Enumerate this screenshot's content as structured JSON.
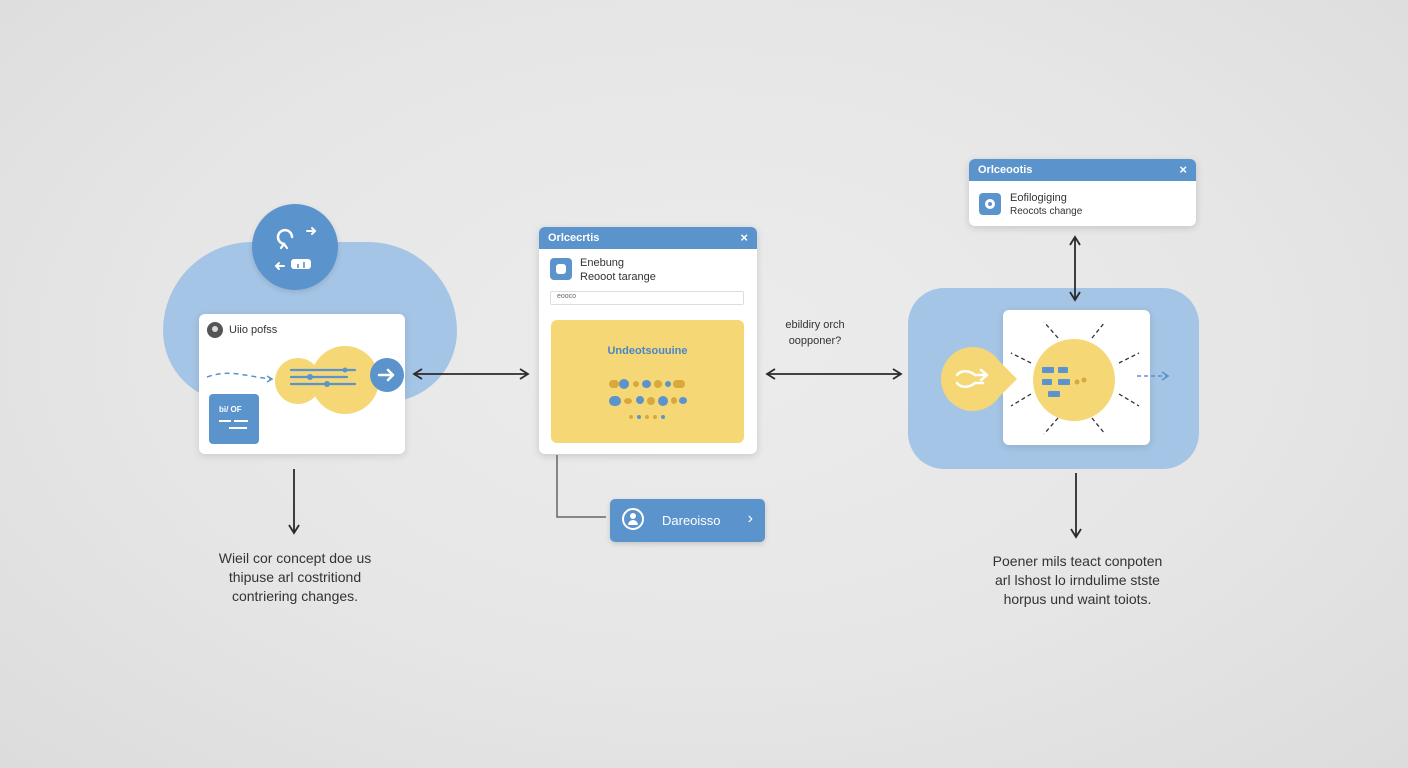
{
  "left": {
    "card_title": "Uiio pofss",
    "mini_card_label": "bi/ OF",
    "caption": [
      "Wieil cor concept doe us",
      "thipuse arl costritiond",
      "contriering changes."
    ]
  },
  "middle": {
    "window_title": "Orlcecrtis",
    "close": "×",
    "line1": "Enebung",
    "line2": "Reooot tarange",
    "input_value": "eooco",
    "panel_label": "Undeotsouuine",
    "side_caption": [
      "ebildiry orch",
      "oopponer?"
    ],
    "button_label": "Dareoisso",
    "button_chevron": "›"
  },
  "right": {
    "window_title": "Orlceootis",
    "close": "×",
    "line1": "Eofilogiging",
    "line2": "Reocots change",
    "caption": [
      "Poener mils teact conpoten",
      "arl lshost lo irndulime stste",
      "horpus und waint toiots."
    ]
  },
  "colors": {
    "blue": "#5b93cc",
    "light_blue": "#a5c5e6",
    "yellow": "#f6d776",
    "dark": "#2b2b2b"
  },
  "icons": [
    "refresh-icon",
    "arrow-right-icon",
    "arrow-left-icon",
    "user-icon",
    "close-icon",
    "gear-icon",
    "chevron-right-icon"
  ]
}
